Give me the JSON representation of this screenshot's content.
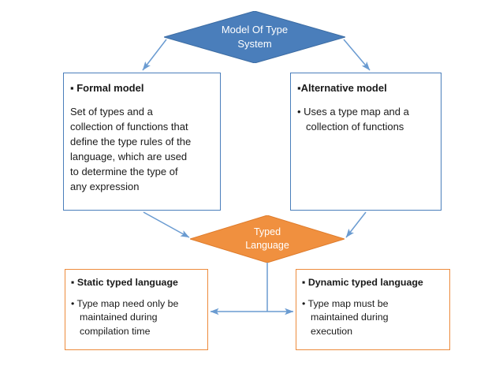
{
  "diagram": {
    "title": "Model Of Type System",
    "colors": {
      "primary_blue": "#4A7EBB",
      "accent_orange": "#ED8B3C",
      "connector_blue": "#6A9BD1",
      "node_text": "#FFFFFF",
      "body_text": "#1A1A1A",
      "background": "#FFFFFF"
    },
    "nodes": {
      "root_diamond": {
        "label": "Model Of Type\nSystem",
        "shape": "diamond",
        "fill": "#4A7EBB"
      },
      "typed_language_diamond": {
        "label": "Typed\nLanguage",
        "shape": "diamond",
        "fill": "#ED8B3C"
      },
      "formal_model_box": {
        "shape": "rectangle",
        "border": "#4A7EBB",
        "heading": "▪ Formal model",
        "lines": [
          "Set of types and a",
          "collection of functions that",
          "define the type rules of the",
          "language, which are used",
          "to determine the type of",
          "any expression"
        ]
      },
      "alternative_model_box": {
        "shape": "rectangle",
        "border": "#4A7EBB",
        "heading": "▪Alternative model",
        "bullet": "• Uses a type map and a",
        "bullet_cont": "collection of functions"
      },
      "static_typed_box": {
        "shape": "rectangle",
        "border": "#ED8B3C",
        "heading": "▪ Static typed language",
        "bullet": "• Type map need only be",
        "bullet_cont_1": "maintained during",
        "bullet_cont_2": "compilation time"
      },
      "dynamic_typed_box": {
        "shape": "rectangle",
        "border": "#ED8B3C",
        "heading": "▪ Dynamic typed language",
        "bullet": "• Type map must be",
        "bullet_cont_1": "maintained during",
        "bullet_cont_2": "execution"
      }
    },
    "connectors": [
      {
        "name": "root-to-formal-model",
        "style": "single-arrow"
      },
      {
        "name": "root-to-alternative-model",
        "style": "single-arrow"
      },
      {
        "name": "formal-model-to-typed-language",
        "style": "single-arrow"
      },
      {
        "name": "alternative-model-to-typed-language",
        "style": "single-arrow"
      },
      {
        "name": "typed-language-to-subtypes",
        "style": "double-arrow"
      }
    ]
  }
}
